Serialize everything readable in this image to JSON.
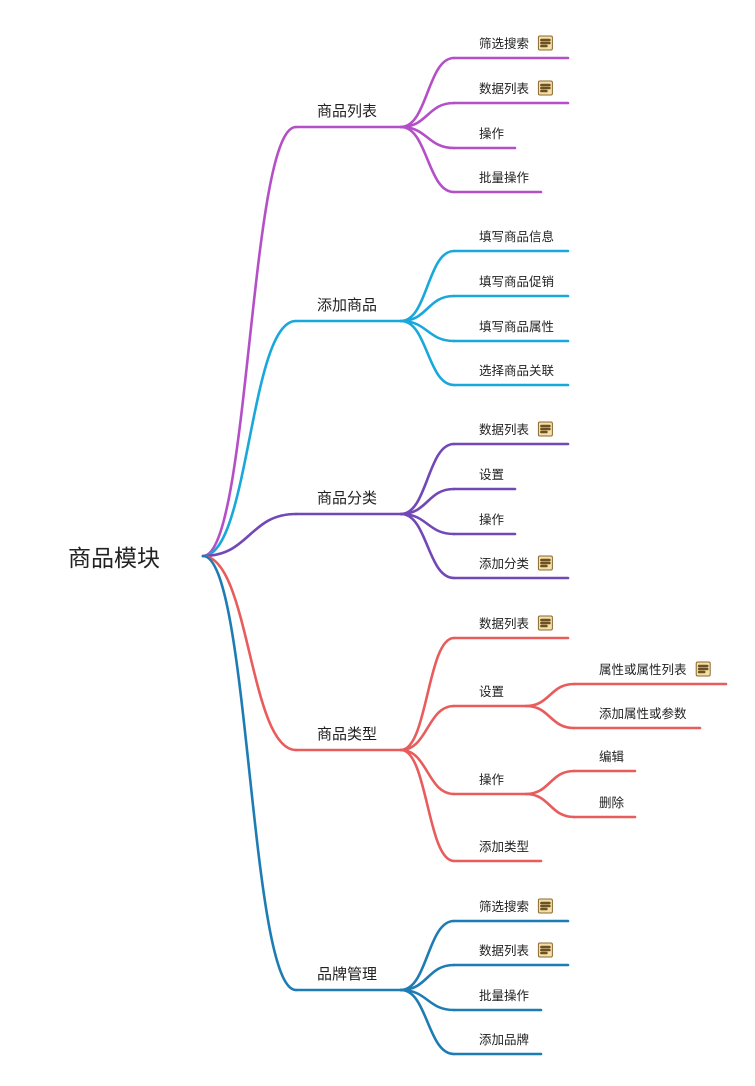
{
  "mindmap": {
    "root": "商品模块",
    "branches": [
      {
        "label": "商品列表",
        "color": "#b44fc8",
        "children": [
          {
            "label": "筛选搜索",
            "note": true
          },
          {
            "label": "数据列表",
            "note": true
          },
          {
            "label": "操作"
          },
          {
            "label": "批量操作"
          }
        ]
      },
      {
        "label": "添加商品",
        "color": "#18a8dc",
        "children": [
          {
            "label": "填写商品信息"
          },
          {
            "label": "填写商品促销"
          },
          {
            "label": "填写商品属性"
          },
          {
            "label": "选择商品关联"
          }
        ]
      },
      {
        "label": "商品分类",
        "color": "#7248b8",
        "children": [
          {
            "label": "数据列表",
            "note": true
          },
          {
            "label": "设置"
          },
          {
            "label": "操作"
          },
          {
            "label": "添加分类",
            "note": true
          }
        ]
      },
      {
        "label": "商品类型",
        "color": "#e85c5c",
        "children": [
          {
            "label": "数据列表",
            "note": true
          },
          {
            "label": "设置",
            "children": [
              {
                "label": "属性或属性列表",
                "note": true
              },
              {
                "label": "添加属性或参数"
              }
            ]
          },
          {
            "label": "操作",
            "children": [
              {
                "label": "编辑"
              },
              {
                "label": "删除"
              }
            ]
          },
          {
            "label": "添加类型"
          }
        ]
      },
      {
        "label": "品牌管理",
        "color": "#1e7cb4",
        "children": [
          {
            "label": "筛选搜索",
            "note": true
          },
          {
            "label": "数据列表",
            "note": true
          },
          {
            "label": "批量操作"
          },
          {
            "label": "添加品牌"
          }
        ]
      }
    ]
  },
  "note_icon": "note-icon"
}
